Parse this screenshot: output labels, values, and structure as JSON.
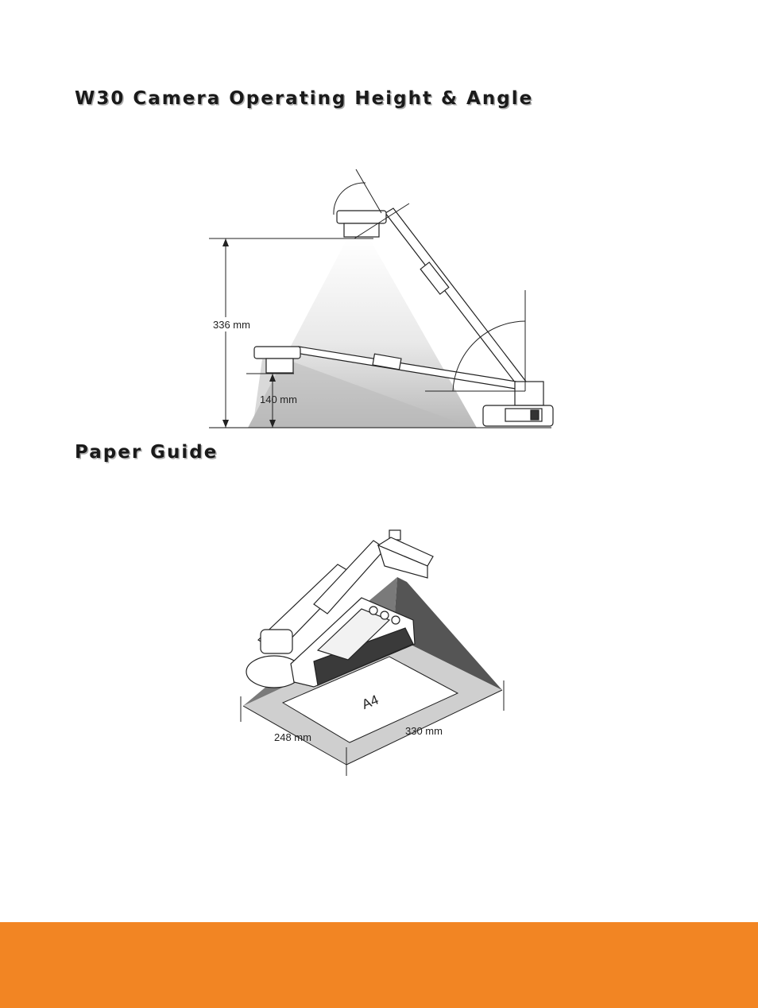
{
  "sections": {
    "height_title": "W30 Camera Operating Height & Angle",
    "paper_title": "Paper Guide"
  },
  "height_figure": {
    "height_max": "336 mm",
    "height_min": "140 mm"
  },
  "paper_figure": {
    "width": "248 mm",
    "length": "330 mm",
    "paper_label": "A4"
  },
  "colors": {
    "footer": "#f28523",
    "light_cone": "#b9b9b9",
    "paper_cone": "#555555"
  }
}
